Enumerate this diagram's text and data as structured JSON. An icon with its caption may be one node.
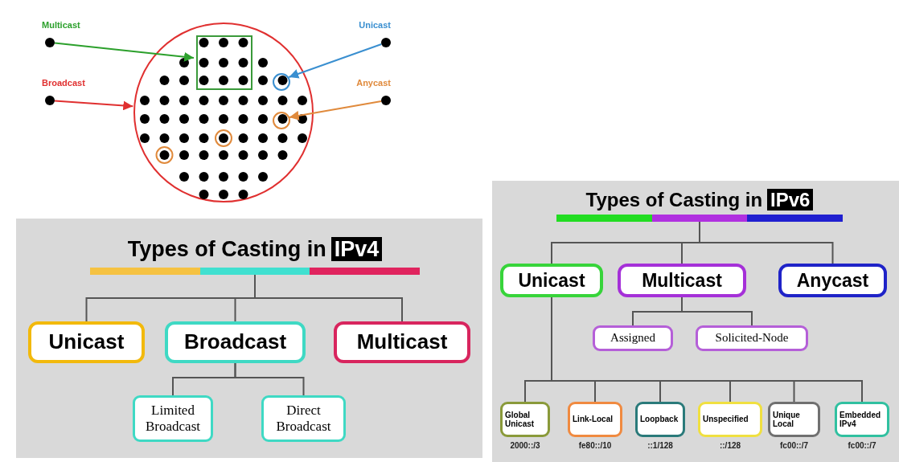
{
  "diagram": {
    "nodes": [
      {
        "text": [],
        "shape": "circle",
        "beside": [
          "Multicast"
        ]
      },
      {
        "text": [],
        "shape": "circle",
        "beside": [
          "Unicast"
        ]
      },
      {
        "text": [],
        "shape": "circle",
        "beside": [
          "Broadcast"
        ]
      },
      {
        "text": [],
        "shape": "circle",
        "beside": [
          "Anycast"
        ]
      },
      {
        "text": [],
        "shape": "circle"
      },
      {
        "text": [],
        "shape": "box",
        "in": 4
      },
      {
        "text": [],
        "shape": "circle",
        "in": 4
      },
      {
        "text": [],
        "shape": "circle",
        "in": 4
      },
      {
        "text": [],
        "shape": "box"
      },
      {
        "text": [
          "Types of Casting in",
          "IPv4"
        ],
        "in": 8
      },
      {
        "text": [
          "Unicast"
        ],
        "in": 8
      },
      {
        "text": [
          "Broadcast"
        ],
        "in": 8
      },
      {
        "text": [
          "Multicast"
        ],
        "in": 8
      },
      {
        "text": [
          "Limited Broadcast"
        ],
        "in": 8
      },
      {
        "text": [
          "Direct Broadcast"
        ],
        "in": 8
      },
      {
        "text": [],
        "shape": "box"
      },
      {
        "text": [
          "Types of Casting in",
          "IPv6"
        ],
        "in": 15
      },
      {
        "text": [
          "Unicast"
        ],
        "in": 15
      },
      {
        "text": [
          "Multicast"
        ],
        "in": 15
      },
      {
        "text": [
          "Anycast"
        ],
        "in": 15
      },
      {
        "text": [
          "Assigned"
        ],
        "in": 15
      },
      {
        "text": [
          "Solicited-Node"
        ],
        "in": 15
      },
      {
        "text": [
          "Global Unicast"
        ],
        "in": 15,
        "beside": [
          "2000::/3"
        ]
      },
      {
        "text": [
          "Link-Local"
        ],
        "in": 15,
        "beside": [
          "fe80::/10"
        ]
      },
      {
        "text": [
          "Loopback"
        ],
        "in": 15,
        "beside": [
          "::1/128"
        ]
      },
      {
        "text": [
          "Unspecified"
        ],
        "in": 15,
        "beside": [
          "::/128"
        ]
      },
      {
        "text": [
          "Unique Local"
        ],
        "in": 15,
        "beside": [
          "fc00::/7"
        ]
      },
      {
        "text": [
          "Embedded IPv4"
        ],
        "in": 15,
        "beside": [
          "fc00::/7"
        ]
      }
    ],
    "edges": [
      {
        "from": 0,
        "to": 5,
        "arrow": "to",
        "color": "#2ca02c"
      },
      {
        "from": 1,
        "to": 6,
        "arrow": "to",
        "color": "#3a8fd0"
      },
      {
        "from": 2,
        "to": 4,
        "arrow": "to",
        "color": "#e03030"
      },
      {
        "from": 3,
        "to": 7,
        "arrow": "to",
        "color": "#e08a3c"
      },
      {
        "from": 9,
        "to": 10,
        "arrow": "none"
      },
      {
        "from": 9,
        "to": 11,
        "arrow": "none"
      },
      {
        "from": 9,
        "to": 12,
        "arrow": "none"
      },
      {
        "from": 11,
        "to": 13,
        "arrow": "none"
      },
      {
        "from": 11,
        "to": 14,
        "arrow": "none"
      },
      {
        "from": 16,
        "to": 17,
        "arrow": "none"
      },
      {
        "from": 16,
        "to": 18,
        "arrow": "none"
      },
      {
        "from": 16,
        "to": 19,
        "arrow": "none"
      },
      {
        "from": 18,
        "to": 20,
        "arrow": "none"
      },
      {
        "from": 18,
        "to": 21,
        "arrow": "none"
      },
      {
        "from": 17,
        "to": 22,
        "arrow": "none"
      },
      {
        "from": 17,
        "to": 23,
        "arrow": "none"
      },
      {
        "from": 17,
        "to": 24,
        "arrow": "none"
      },
      {
        "from": 17,
        "to": 25,
        "arrow": "none"
      },
      {
        "from": 17,
        "to": 26,
        "arrow": "none"
      },
      {
        "from": 17,
        "to": 27,
        "arrow": "none"
      }
    ]
  }
}
